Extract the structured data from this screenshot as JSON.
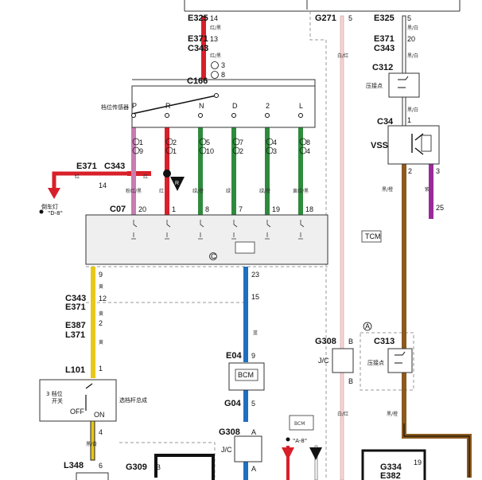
{
  "connectors": {
    "e325a": "E325",
    "e325a_pin": "14",
    "e325a_col": "红/黑",
    "e371a": "E371",
    "e371a_pin": "13",
    "c343a": "C343",
    "c343a_col": "红/黑",
    "c3": "3",
    "d8": "8",
    "c166": "C166",
    "g271": "G271",
    "g271_pin": "5",
    "g271_col": "白/红",
    "e325b": "E325",
    "e325b_pin": "5",
    "e325b_col": "黑/白",
    "e371b": "E371",
    "e371b_pin": "20",
    "c343b": "C343",
    "c343b_col": "黑/白",
    "c312": "C312",
    "c312_desc": "压接点",
    "c312_col": "黑/白",
    "c34": "C34",
    "c34_pin1": "1",
    "vss": "VSS",
    "c34_pin2": "2",
    "c34_pin3": "3",
    "c34_col2": "黑/橙",
    "c34_col3": "紫",
    "pin25": "25",
    "e371c": "E371",
    "c343c": "C343",
    "red_col": "红",
    "pin14": "14",
    "reverse_light": "倒车灯",
    "d8_ref": "\"D-8\"",
    "c07": "C07",
    "tcm": "TCM",
    "c343d": "C343",
    "e371d": "E371",
    "pin9": "9",
    "pin12": "12",
    "yellow": "黄",
    "e387": "E387",
    "l371": "L371",
    "pin2": "2",
    "l101": "L101",
    "pin1": "1",
    "switch_3rd": "3 档位",
    "switch_label": "开关",
    "switch_off": "OFF",
    "switch_on": "ON",
    "shift_lever": "选档杆总成",
    "pin4": "4",
    "pin4_col": "黑/黄",
    "l348": "L348",
    "l348_pin": "6",
    "pin23": "23",
    "pin15": "15",
    "blue": "蓝",
    "e04": "E04",
    "e04_pin": "9",
    "bcm": "BCM",
    "g04": "G04",
    "g04_pin": "5",
    "g308a": "G308",
    "g308a_pin": "A",
    "jc": "J/C",
    "g308b": "G308",
    "g308b_pin": "B",
    "g308b_pin2": "B",
    "circle_a": "A",
    "c313": "C313",
    "c313_desc": "压接点",
    "g309": "G309",
    "g309_pin": "B",
    "a8_ref": "\"A-8\"",
    "g334": "G334",
    "g334_pin": "19",
    "e382": "E382",
    "circle_c": "C",
    "brown_col": "黑/橙"
  },
  "sensor": {
    "title": "档位传感器",
    "positions": [
      "P",
      "R",
      "N",
      "D",
      "2",
      "L"
    ],
    "pins_c": [
      "1",
      "2",
      "5",
      "7",
      "4",
      "8"
    ],
    "pins_d": [
      "9",
      "1",
      "10",
      "2",
      "3",
      "4"
    ],
    "colors": [
      "粉红/黑",
      "红",
      "绿/橙",
      "绿",
      "绿/橙",
      "黄绿/黑"
    ],
    "c07_pins": [
      "20",
      "1",
      "8",
      "7",
      "19",
      "18"
    ],
    "wire_hex": [
      "#c77db0",
      "#d8202a",
      "#2e8b3c",
      "#2e8b3c",
      "#2e8b3c",
      "#2e8b3c"
    ]
  },
  "colors": {
    "red": "#d8202a",
    "yellow": "#e8c818",
    "blue": "#1f6fc0",
    "brown": "#8a5a1e",
    "purple": "#9a2a9a",
    "pink": "#e9b8b8"
  }
}
